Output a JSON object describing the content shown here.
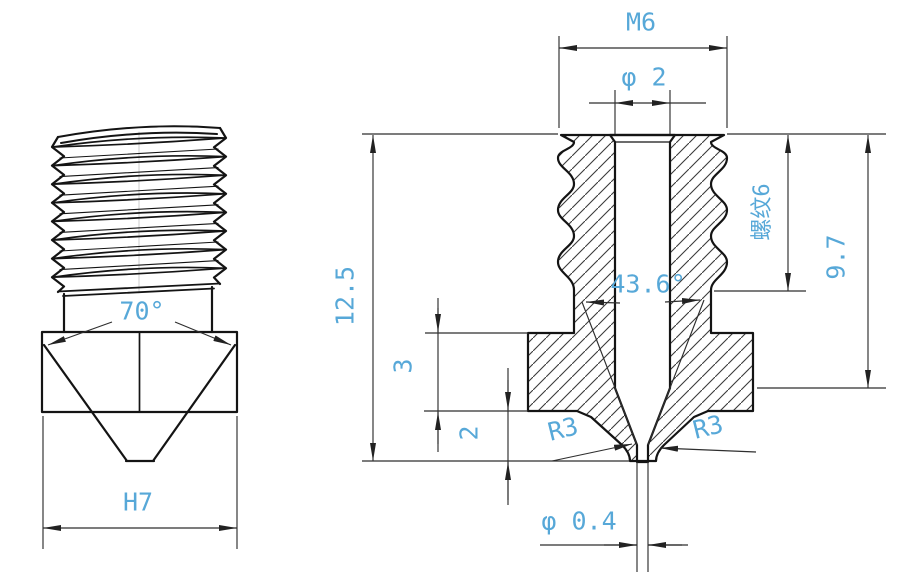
{
  "title": "Nozzle engineering drawing",
  "colors": {
    "background": "#ffffff",
    "outline": "#141414",
    "dimension_line": "#2e2e2e",
    "hatch": "#3a3a3a",
    "label_blue": "#57a8d8"
  },
  "views": {
    "left": {
      "name": "external-side-view",
      "labels": {
        "cone_angle": "70°",
        "hex_flats": "H7"
      }
    },
    "right": {
      "name": "cross-section-view",
      "labels": {
        "thread_spec": "M6",
        "bore_diameter": "φ 2",
        "overall_length": "12.5",
        "inner_cone_angle": "43.6°",
        "thread_length_note": "螺纹6",
        "thread_depth": "9.7",
        "hex_height": "3",
        "tip_height": "2",
        "fillet_left": "R3",
        "fillet_right": "R3",
        "orifice_diameter": "φ 0.4"
      }
    }
  }
}
